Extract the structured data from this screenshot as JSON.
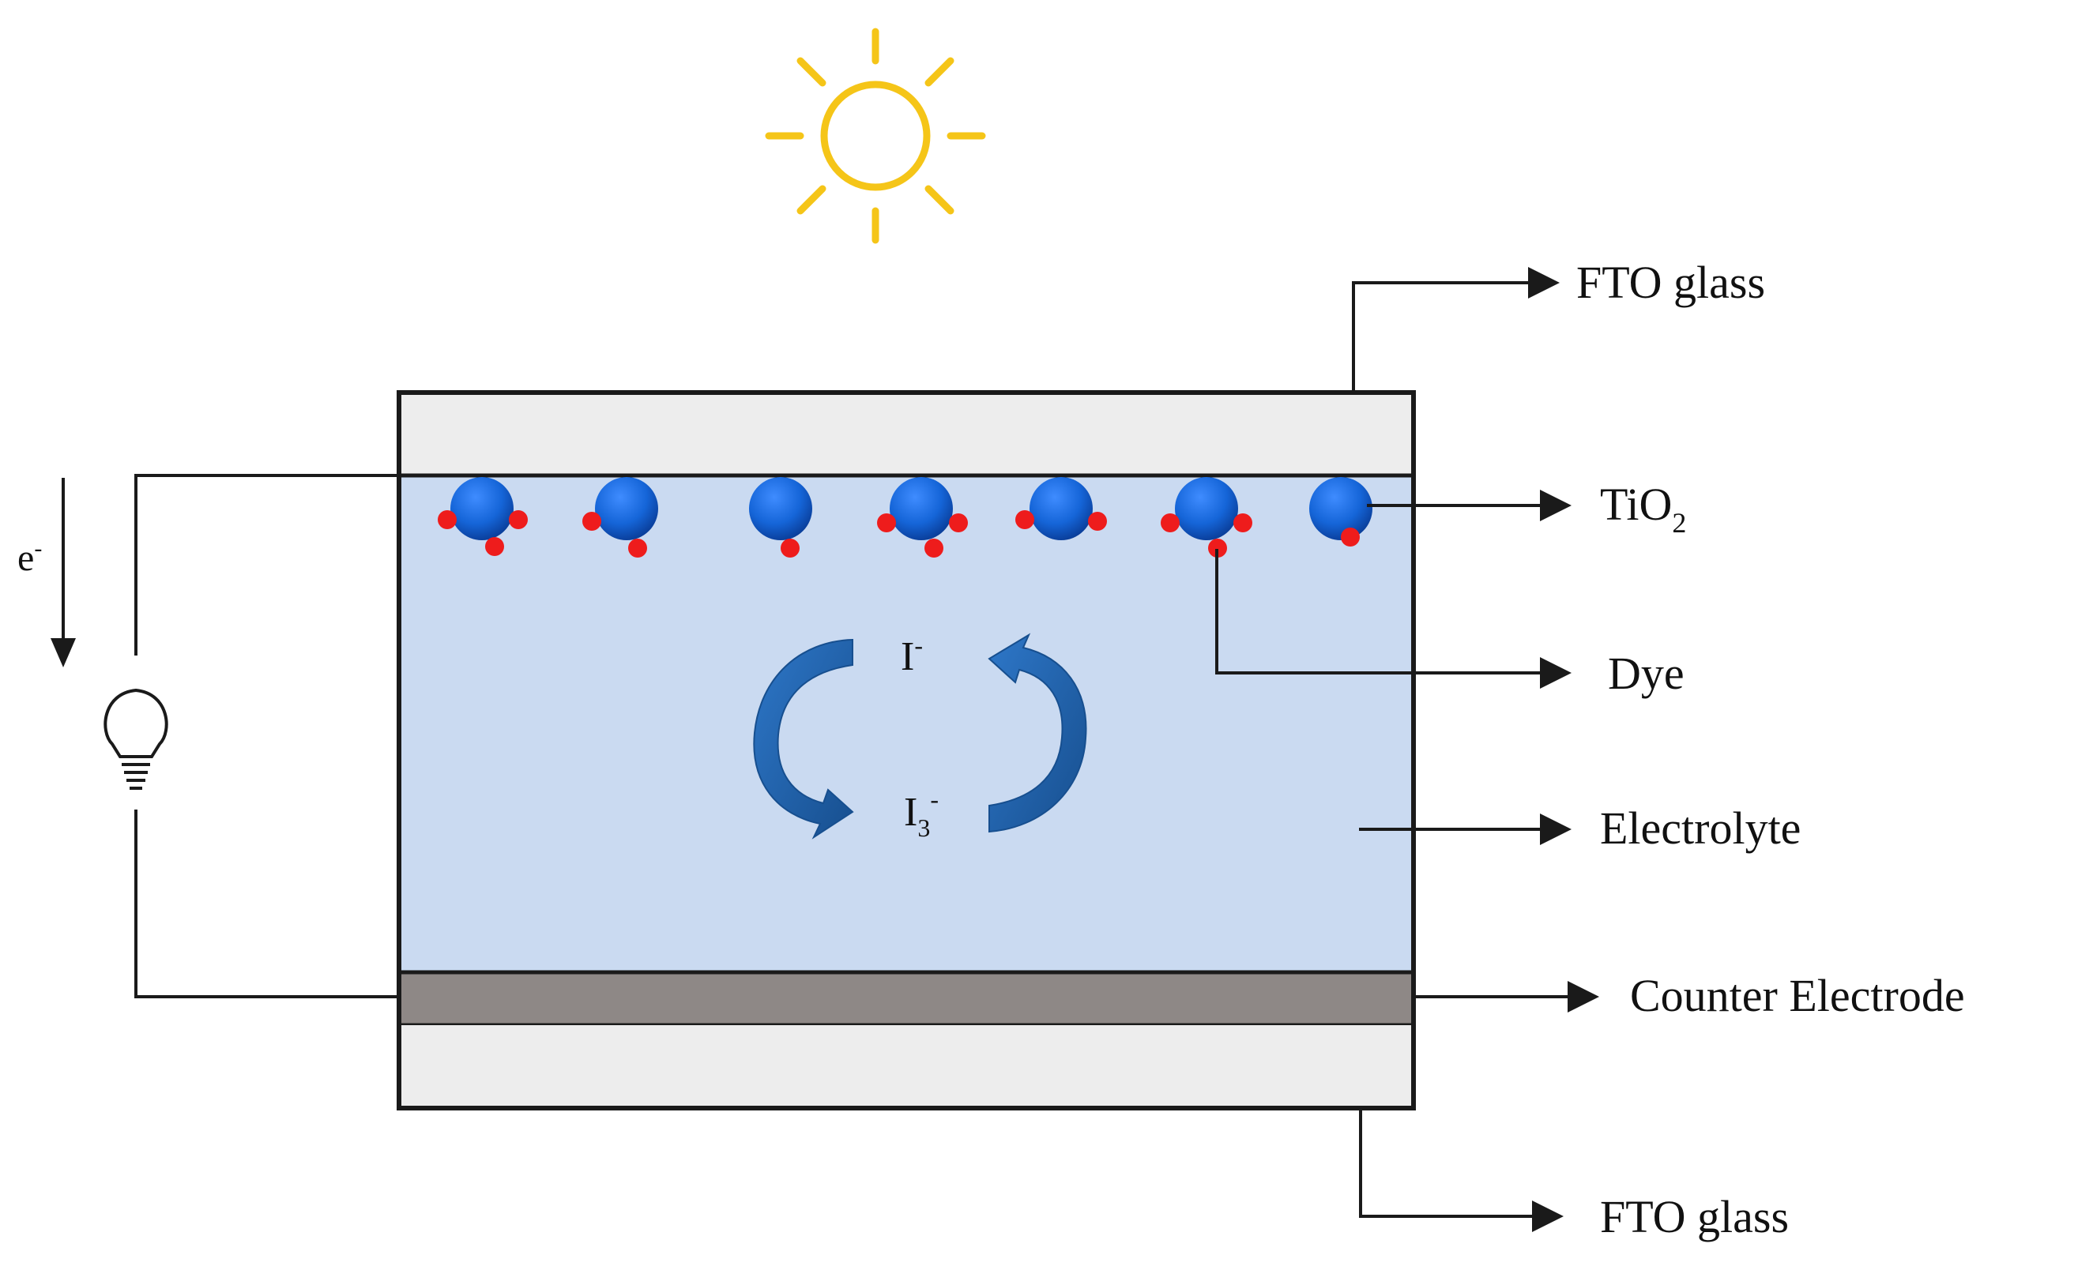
{
  "labels": {
    "fto_glass_top": "FTO glass",
    "tio2_main": "TiO",
    "tio2_sub": "2",
    "dye": "Dye",
    "electrolyte": "Electrolyte",
    "counter_electrode": "Counter Electrode",
    "fto_glass_bottom": "FTO glass"
  },
  "electron": {
    "symbol": "e",
    "charge": "-"
  },
  "redox": {
    "iodide_main": "I",
    "iodide_charge": "-",
    "triiodide_main": "I",
    "triiodide_sub": "3",
    "triiodide_charge": "-"
  },
  "colors": {
    "sun": "#F5C518",
    "glass": "#EDEDED",
    "electrolyte": "#CADAF1",
    "counter_electrode": "#8E8886",
    "tio2_particle": "#1565D8",
    "dye_molecule": "#EE1C1C",
    "cycle_arrow": "#1B5FA8",
    "outline": "#1A1A1A"
  },
  "icons": {
    "light_source": "sun-icon",
    "load": "light-bulb-icon"
  }
}
